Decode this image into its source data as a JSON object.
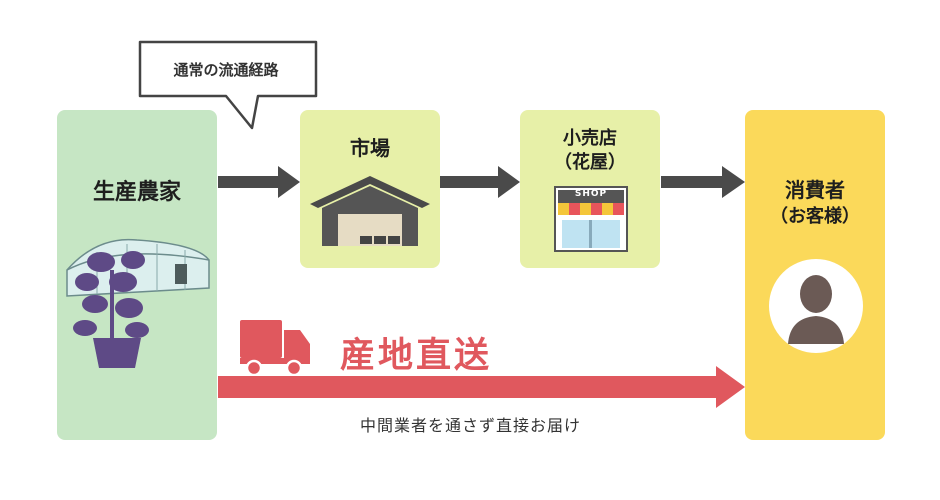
{
  "bubble": {
    "text": "通常の流通経路"
  },
  "nodes": {
    "farmer": {
      "label": "生産農家"
    },
    "market": {
      "label": "市場"
    },
    "shop": {
      "label_line1": "小売店",
      "label_line2": "（花屋）",
      "sign_text": "SHOP"
    },
    "consumer": {
      "label_line1": "消費者",
      "label_line2": "（お客様）"
    }
  },
  "direct": {
    "title": "産地直送",
    "subtitle": "中間業者を通さず直接お届け"
  },
  "colors": {
    "farmer_bg": "#c6e6c4",
    "middle_bg": "#e7f0a8",
    "consumer_bg": "#fbd95a",
    "arrow_gray": "#4a4a4a",
    "direct_red": "#e0585e",
    "plant_purple": "#5e4a86",
    "person_brown": "#6b5a55"
  }
}
